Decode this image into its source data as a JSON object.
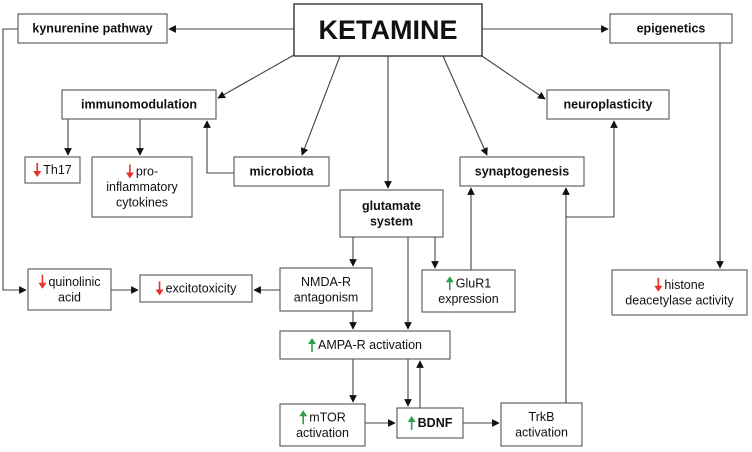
{
  "diagram": {
    "title": "KETAMINE",
    "nodes": {
      "ketamine": {
        "lines": [
          "KETAMINE"
        ],
        "style": "title"
      },
      "kynurenine": {
        "lines": [
          "kynurenine pathway"
        ],
        "style": "bold"
      },
      "epigenetics": {
        "lines": [
          "epigenetics"
        ],
        "style": "bold"
      },
      "immunomodulation": {
        "lines": [
          "immunomodulation"
        ],
        "style": "bold"
      },
      "neuroplasticity": {
        "lines": [
          "neuroplasticity"
        ],
        "style": "bold"
      },
      "th17": {
        "lines": [
          "Th17"
        ],
        "style": "plain",
        "indicator": "down"
      },
      "cytokines": {
        "lines": [
          "pro-",
          "inflammatory",
          "cytokines"
        ],
        "style": "plain",
        "indicator": "down"
      },
      "microbiota": {
        "lines": [
          "microbiota"
        ],
        "style": "bold"
      },
      "glutamate": {
        "lines": [
          "glutamate",
          "system"
        ],
        "style": "bold"
      },
      "synaptogenesis": {
        "lines": [
          "synaptogenesis"
        ],
        "style": "bold"
      },
      "quinolinic": {
        "lines": [
          "quinolinic",
          "acid"
        ],
        "style": "plain",
        "indicator": "down"
      },
      "excitotoxicity": {
        "lines": [
          "excitotoxicity"
        ],
        "style": "plain",
        "indicator": "down"
      },
      "nmda": {
        "lines": [
          "NMDA-R",
          "antagonism"
        ],
        "style": "plain"
      },
      "glur1": {
        "lines": [
          "GluR1",
          "expression"
        ],
        "style": "plain",
        "indicator": "up"
      },
      "histone": {
        "lines": [
          "histone",
          "deacetylase activity"
        ],
        "style": "plain",
        "indicator": "down"
      },
      "ampa": {
        "lines": [
          "AMPA-R activation"
        ],
        "style": "plain",
        "indicator": "up"
      },
      "mtor": {
        "lines": [
          "mTOR",
          "activation"
        ],
        "style": "plain",
        "indicator": "up"
      },
      "bdnf": {
        "lines": [
          "BDNF"
        ],
        "style": "bold",
        "indicator": "up"
      },
      "trkb": {
        "lines": [
          "TrkB",
          "activation"
        ],
        "style": "plain"
      }
    },
    "edges": [
      {
        "from": "ketamine",
        "to": "kynurenine"
      },
      {
        "from": "ketamine",
        "to": "epigenetics"
      },
      {
        "from": "ketamine",
        "to": "immunomodulation"
      },
      {
        "from": "ketamine",
        "to": "microbiota"
      },
      {
        "from": "ketamine",
        "to": "glutamate"
      },
      {
        "from": "ketamine",
        "to": "synaptogenesis"
      },
      {
        "from": "ketamine",
        "to": "neuroplasticity"
      },
      {
        "from": "immunomodulation",
        "to": "th17"
      },
      {
        "from": "immunomodulation",
        "to": "cytokines"
      },
      {
        "from": "microbiota",
        "to": "immunomodulation"
      },
      {
        "from": "kynurenine",
        "to": "quinolinic"
      },
      {
        "from": "quinolinic",
        "to": "excitotoxicity"
      },
      {
        "from": "nmda",
        "to": "excitotoxicity"
      },
      {
        "from": "glutamate",
        "to": "nmda"
      },
      {
        "from": "glutamate",
        "to": "glur1"
      },
      {
        "from": "glutamate",
        "to": "ampa"
      },
      {
        "from": "glur1",
        "to": "synaptogenesis"
      },
      {
        "from": "nmda",
        "to": "ampa"
      },
      {
        "from": "ampa",
        "to": "mtor"
      },
      {
        "from": "ampa",
        "to": "bdnf"
      },
      {
        "from": "bdnf",
        "to": "ampa"
      },
      {
        "from": "mtor",
        "to": "bdnf"
      },
      {
        "from": "bdnf",
        "to": "trkb"
      },
      {
        "from": "trkb",
        "to": "synaptogenesis"
      },
      {
        "from": "trkb",
        "to": "neuroplasticity"
      },
      {
        "from": "epigenetics",
        "to": "histone"
      }
    ],
    "indicator_colors": {
      "down": "#e8322b",
      "up": "#2f9e4f"
    }
  }
}
